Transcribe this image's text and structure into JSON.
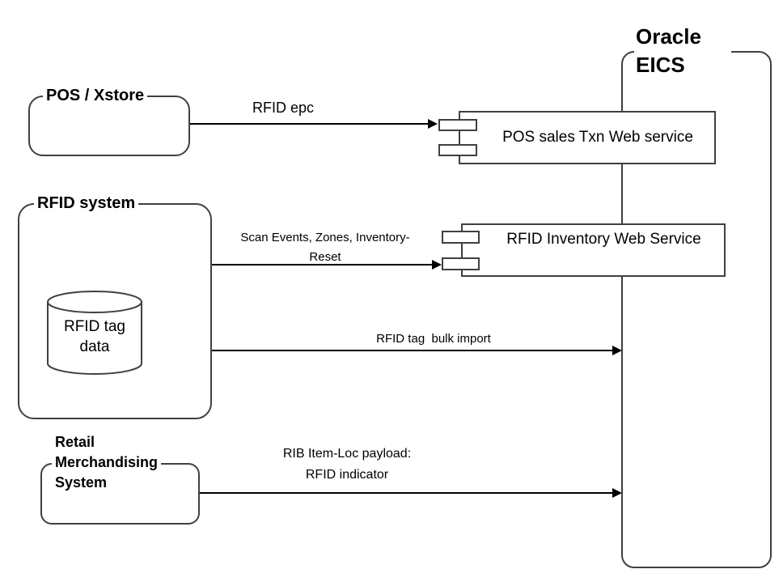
{
  "nodes": {
    "pos_xstore": {
      "label": "POS / Xstore"
    },
    "rfid_system": {
      "label": "RFID system"
    },
    "rfid_tag_data": {
      "label": "RFID tag\ndata"
    },
    "retail_merchandising_system": {
      "label": "Retail\nMerchandising\nSystem"
    },
    "oracle_eics": {
      "label": "Oracle\nEICS"
    },
    "pos_sales_txn_web_service": {
      "label": "POS sales Txn Web service"
    },
    "rfid_inventory_web_service": {
      "label": "RFID Inventory Web Service"
    }
  },
  "edges": {
    "rfid_epc": {
      "label": "RFID epc"
    },
    "scan_events": {
      "label": "Scan Events, Zones, Inventory-\nReset"
    },
    "bulk_import": {
      "label": "RFID tag  bulk import"
    },
    "rib_item_loc": {
      "label": "RIB Item-Loc payload:\nRFID indicator"
    }
  },
  "colors": {
    "stroke": "#404040",
    "arrow": "#000000",
    "background": "#ffffff",
    "text": "#000000"
  }
}
